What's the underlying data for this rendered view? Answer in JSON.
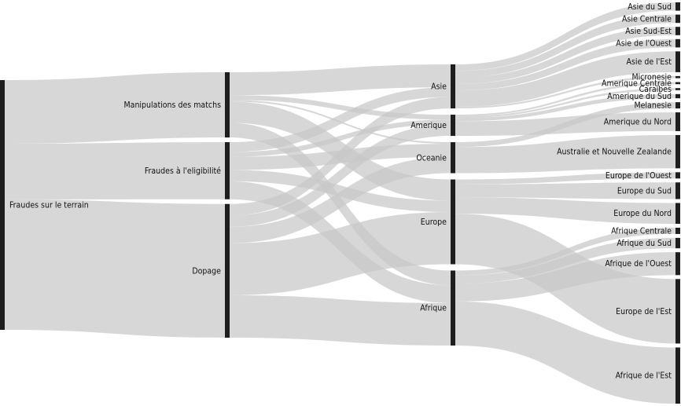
{
  "chart_data": {
    "type": "sankey",
    "colors": {
      "node": "#1e1e1e",
      "link": "#c8c8c8",
      "background": "#ffffff"
    },
    "nodes": [
      {
        "id": "terrain",
        "label": "Fraudes sur le terrain",
        "level": 0
      },
      {
        "id": "match",
        "label": "Manipulations des matchs",
        "level": 1
      },
      {
        "id": "elig",
        "label": "Fraudes à l'eligibilité",
        "level": 1
      },
      {
        "id": "dop",
        "label": "Dopage",
        "level": 1
      },
      {
        "id": "asie",
        "label": "Asie",
        "level": 2
      },
      {
        "id": "amer",
        "label": "Amerique",
        "level": 2
      },
      {
        "id": "ocea",
        "label": "Oceanie",
        "level": 2
      },
      {
        "id": "euro",
        "label": "Europe",
        "level": 2
      },
      {
        "id": "afri",
        "label": "Afrique",
        "level": 2
      },
      {
        "id": "asud",
        "label": "Asie du Sud",
        "level": 3
      },
      {
        "id": "acen",
        "label": "Asie Centrale",
        "level": 3
      },
      {
        "id": "ase",
        "label": "Asie Sud-Est",
        "level": 3
      },
      {
        "id": "aou",
        "label": "Asie de l'Ouest",
        "level": 3
      },
      {
        "id": "aes",
        "label": "Asie de l'Est",
        "level": 3
      },
      {
        "id": "micr",
        "label": "Micronesie",
        "level": 3
      },
      {
        "id": "amc",
        "label": "Amerique Centrale",
        "level": 3
      },
      {
        "id": "car",
        "label": "Caraibes",
        "level": 3
      },
      {
        "id": "ams",
        "label": "Amerique du Sud",
        "level": 3
      },
      {
        "id": "mel",
        "label": "Melanesie",
        "level": 3
      },
      {
        "id": "amn",
        "label": "Amerique du Nord",
        "level": 3
      },
      {
        "id": "anz",
        "label": "Australie et Nouvelle Zealande",
        "level": 3
      },
      {
        "id": "eou",
        "label": "Europe de l'Ouest",
        "level": 3
      },
      {
        "id": "esu",
        "label": "Europe du Sud",
        "level": 3
      },
      {
        "id": "eno",
        "label": "Europe du Nord",
        "level": 3
      },
      {
        "id": "afc",
        "label": "Afrique Centrale",
        "level": 3
      },
      {
        "id": "afs",
        "label": "Afrique du Sud",
        "level": 3
      },
      {
        "id": "afo",
        "label": "Afrique de l'Ouest",
        "level": 3
      },
      {
        "id": "ees",
        "label": "Europe de l'Est",
        "level": 3
      },
      {
        "id": "afe",
        "label": "Afrique de l'Est",
        "level": 3
      }
    ],
    "links": [
      {
        "source": "terrain",
        "target": "match",
        "value": 80
      },
      {
        "source": "terrain",
        "target": "elig",
        "value": 70
      },
      {
        "source": "terrain",
        "target": "dop",
        "value": 164
      },
      {
        "source": "match",
        "target": "asie",
        "value": 28
      },
      {
        "source": "match",
        "target": "amer",
        "value": 6
      },
      {
        "source": "match",
        "target": "ocea",
        "value": 2
      },
      {
        "source": "match",
        "target": "euro",
        "value": 26
      },
      {
        "source": "match",
        "target": "afri",
        "value": 18
      },
      {
        "source": "elig",
        "target": "asie",
        "value": 12
      },
      {
        "source": "elig",
        "target": "amer",
        "value": 6
      },
      {
        "source": "elig",
        "target": "ocea",
        "value": 16
      },
      {
        "source": "elig",
        "target": "euro",
        "value": 14
      },
      {
        "source": "elig",
        "target": "afri",
        "value": 22
      },
      {
        "source": "dop",
        "target": "asie",
        "value": 14
      },
      {
        "source": "dop",
        "target": "amer",
        "value": 14
      },
      {
        "source": "dop",
        "target": "ocea",
        "value": 20
      },
      {
        "source": "dop",
        "target": "euro",
        "value": 64
      },
      {
        "source": "dop",
        "target": "afri",
        "value": 52
      },
      {
        "source": "asie",
        "target": "asud",
        "value": 8
      },
      {
        "source": "asie",
        "target": "acen",
        "value": 8
      },
      {
        "source": "asie",
        "target": "ase",
        "value": 8
      },
      {
        "source": "asie",
        "target": "aou",
        "value": 8
      },
      {
        "source": "asie",
        "target": "aes",
        "value": 20
      },
      {
        "source": "asie",
        "target": "micr",
        "value": 2
      },
      {
        "source": "amer",
        "target": "amc",
        "value": 2
      },
      {
        "source": "amer",
        "target": "car",
        "value": 2
      },
      {
        "source": "amer",
        "target": "ams",
        "value": 4
      },
      {
        "source": "amer",
        "target": "amn",
        "value": 18
      },
      {
        "source": "ocea",
        "target": "mel",
        "value": 6
      },
      {
        "source": "ocea",
        "target": "anz",
        "value": 32
      },
      {
        "source": "euro",
        "target": "eou",
        "value": 6
      },
      {
        "source": "euro",
        "target": "esu",
        "value": 16
      },
      {
        "source": "euro",
        "target": "eno",
        "value": 20
      },
      {
        "source": "euro",
        "target": "ees",
        "value": 62
      },
      {
        "source": "afri",
        "target": "afc",
        "value": 6
      },
      {
        "source": "afri",
        "target": "afs",
        "value": 10
      },
      {
        "source": "afri",
        "target": "afo",
        "value": 22
      },
      {
        "source": "afri",
        "target": "afe",
        "value": 54
      }
    ]
  }
}
